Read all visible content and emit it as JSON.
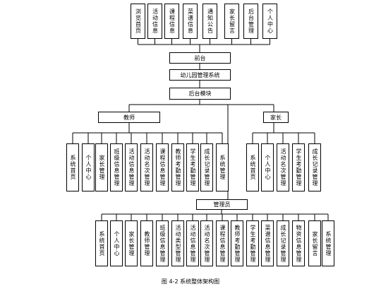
{
  "front_children": [
    "浏览首页",
    "活动信息",
    "课程信息",
    "菜谱信息",
    "通知公告",
    "家长留言",
    "后台管理",
    "个人中心"
  ],
  "front": "前台",
  "system": "幼儿园管理系统",
  "backend": "后台模块",
  "teacher": "教师",
  "parent": "家长",
  "teacher_children": [
    "系统首页",
    "个人中心",
    "家长管理",
    "班级信息管理",
    "活动信息管理",
    "活动名次管理",
    "课程信息管理",
    "教师考勤管理",
    "学生考勤管理",
    "成长记录管理",
    "系统管理"
  ],
  "parent_children": [
    "系统首页",
    "个人中心",
    "活动名次管理",
    "学生考勤管理",
    "成长记录管理"
  ],
  "admin": "管理员",
  "admin_children": [
    "系统首页",
    "个人中心",
    "家长管理",
    "教师管理",
    "班级信息管理",
    "活动类型管理",
    "活动信息管理",
    "活动名次管理",
    "课程信息管理",
    "教师考勤管理",
    "学生考勤管理",
    "菜谱信息管理",
    "成长记录管理",
    "物资信息管理",
    "家长留言",
    "系统管理"
  ],
  "caption": "图 4-2  系统整体架构图"
}
